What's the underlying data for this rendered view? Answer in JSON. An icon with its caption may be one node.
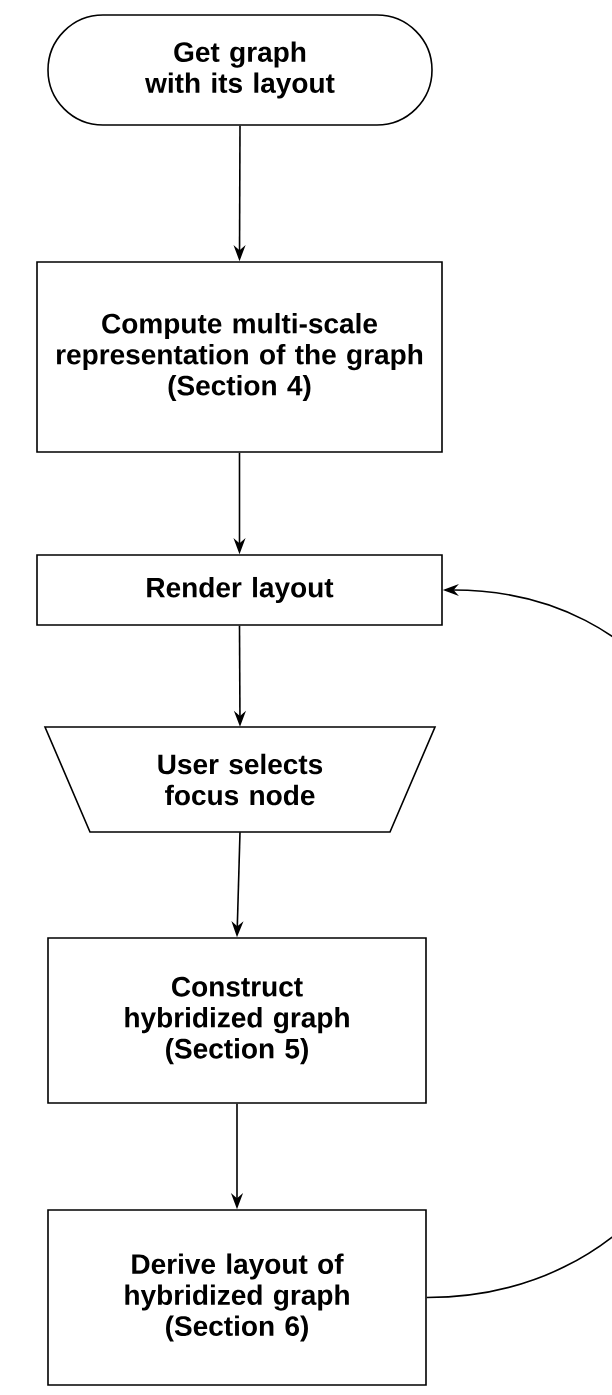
{
  "diagram": {
    "nodes": [
      {
        "text": [
          "Get graph with its layout"
        ]
      },
      {
        "text": [
          "Compute multi-scale representation of the graph",
          "(Section 4)"
        ]
      },
      {
        "text": [
          "Render layout"
        ]
      },
      {
        "text": [
          "User selects focus node"
        ]
      },
      {
        "text": [
          "Construct hybridized graph",
          "(Section 5)"
        ]
      },
      {
        "text": [
          "Derive layout of hybridized graph",
          "(Section 6)"
        ]
      }
    ],
    "edges": [
      {
        "from": 0,
        "to": 1,
        "arrow": "to"
      },
      {
        "from": 1,
        "to": 2,
        "arrow": "to"
      },
      {
        "from": 2,
        "to": 3,
        "arrow": "to"
      },
      {
        "from": 3,
        "to": 4,
        "arrow": "to"
      },
      {
        "from": 4,
        "to": 5,
        "arrow": "to"
      },
      {
        "from": 5,
        "to": 2,
        "arrow": "to"
      }
    ]
  }
}
